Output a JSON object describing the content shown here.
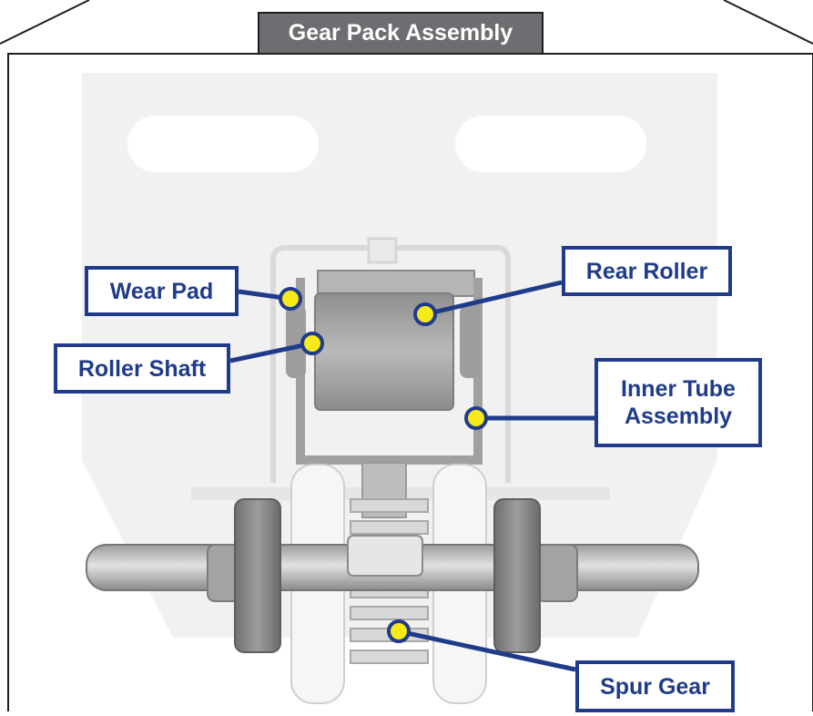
{
  "title": "Gear Pack Assembly",
  "labels": {
    "wear_pad": "Wear Pad",
    "roller_shaft": "Roller Shaft",
    "rear_roller": "Rear Roller",
    "inner_tube_line1": "Inner Tube",
    "inner_tube_line2": "Assembly",
    "spur_gear": "Spur Gear"
  },
  "colors": {
    "callout_border": "#1f3b8a",
    "callout_text": "#1f3b8a",
    "marker_fill": "#f7ea1a",
    "title_bg": "#6d6e71",
    "title_text": "#ffffff",
    "frame": "#1f1f1f"
  }
}
